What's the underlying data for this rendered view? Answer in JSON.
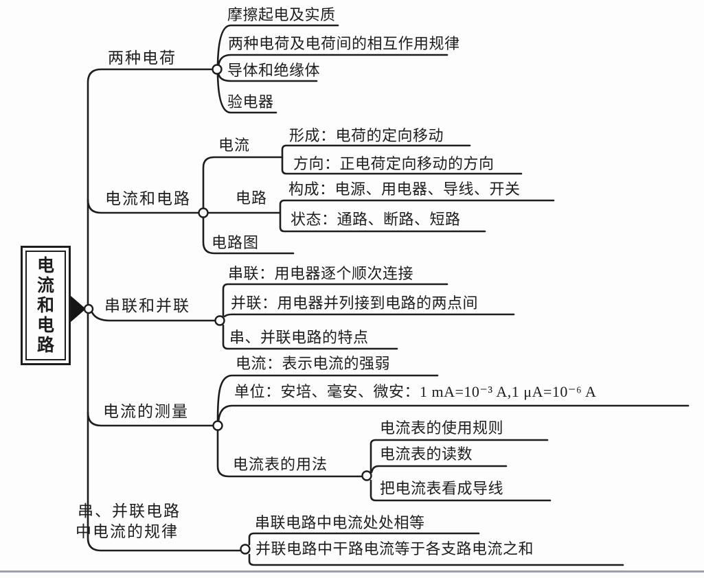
{
  "colors": {
    "ink": "#1d1d1d",
    "background": "#fdfdfd",
    "divider": "#9ba1a8"
  },
  "root": {
    "title": "电流和电路"
  },
  "branches": [
    {
      "label": "两种电荷",
      "children": [
        {
          "label": "摩擦起电及实质"
        },
        {
          "label": "两种电荷及电荷间的相互作用规律"
        },
        {
          "label": "导体和绝缘体"
        },
        {
          "label": "验电器"
        }
      ]
    },
    {
      "label": "电流和电路",
      "children": [
        {
          "label": "电流",
          "children": [
            {
              "label": "形成：电荷的定向移动"
            },
            {
              "label": "方向：正电荷定向移动的方向"
            }
          ]
        },
        {
          "label": "电路",
          "children": [
            {
              "label": "构成：电源、用电器、导线、开关"
            },
            {
              "label": "状态：通路、断路、短路"
            }
          ]
        },
        {
          "label": "电路图"
        }
      ]
    },
    {
      "label": "串联和并联",
      "children": [
        {
          "label": "串联：用电器逐个顺次连接"
        },
        {
          "label": "并联：用电器并列接到电路的两点间"
        },
        {
          "label": "串、并联电路的特点"
        }
      ]
    },
    {
      "label": "电流的测量",
      "children": [
        {
          "label": "电流：表示电流的强弱"
        },
        {
          "label": "单位：安培、毫安、微安：1 mA=10⁻³ A,1 μA=10⁻⁶ A"
        },
        {
          "label": "电流表的用法",
          "children": [
            {
              "label": "电流表的使用规则"
            },
            {
              "label": "电流表的读数"
            },
            {
              "label": "把电流表看成导线"
            }
          ]
        }
      ]
    },
    {
      "label": "串、并联电路中电流的规律",
      "lines": [
        "串、并联电路",
        "中电流的规律"
      ],
      "children": [
        {
          "label": "串联电路中电流处处相等"
        },
        {
          "label": "并联电路中干路电流等于各支路电流之和"
        }
      ]
    }
  ]
}
